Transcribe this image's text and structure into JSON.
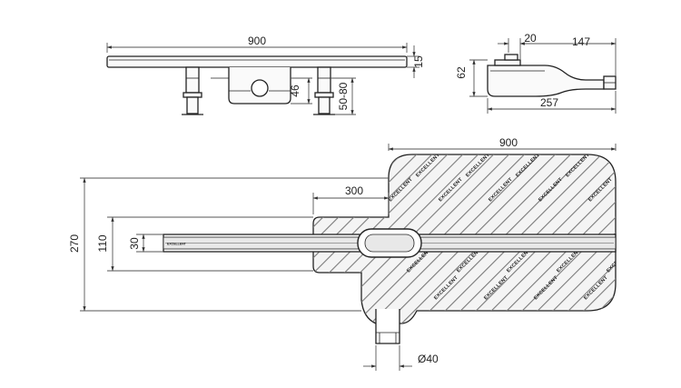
{
  "brand": {
    "name": "EXCELLENT",
    "strip_label": "EXCELLENT"
  },
  "dimensions": {
    "top_length": "900",
    "top_thickness": "15",
    "top_trap_height": "46",
    "top_leg_range": "50-80",
    "side_inlet_width": "20",
    "side_outlet_length": "147",
    "side_height": "62",
    "side_total_length": "257",
    "plan_membrane_length": "900",
    "plan_inner_length": "300",
    "plan_total_width": "270",
    "plan_channel_width": "110",
    "plan_grate_width": "30",
    "plan_outlet_diameter": "Ø40"
  },
  "colors": {
    "line": "#222222",
    "dim_line": "#555555",
    "hatch": "#6a6a6a",
    "membrane_fill": "#f4f4f4"
  }
}
